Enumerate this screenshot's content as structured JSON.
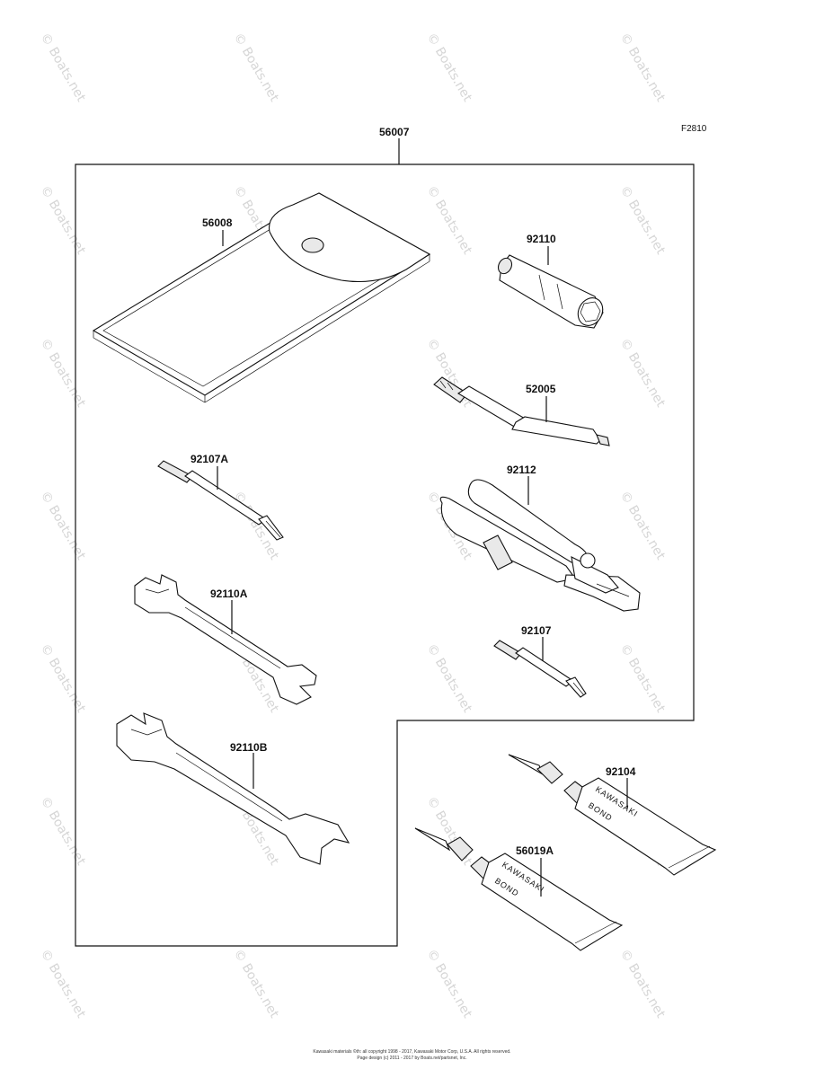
{
  "figure_code": "F2810",
  "watermark": "© Boats.net",
  "kit_label": "56007",
  "parts": {
    "pouch": "56008",
    "plug_wrench": "92110",
    "screwdriver_52005": "52005",
    "screwdriver_92107A": "92107A",
    "pliers": "92112",
    "wrench_a": "92110A",
    "screwdriver_92107": "92107",
    "wrench_b": "92110B",
    "bond_92104": "92104",
    "bond_56019A": "56019A"
  },
  "tube_brand": "KAWASAKI",
  "tube_product": "BOND",
  "copyright_line1": "Kawasaki materials ©th: all copyright 1998 - 2017, Kawasaki Motor Corp, U.S.A. All rights reserved.",
  "copyright_line2": "Page design (c) 2011 - 2017 by Boats.net/partsnet, Inc."
}
